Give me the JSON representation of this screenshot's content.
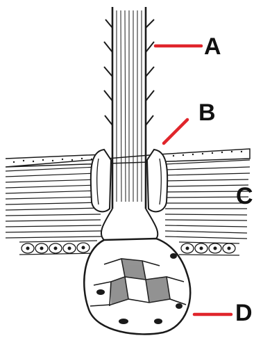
{
  "diagram": {
    "labels": [
      {
        "id": "a",
        "text": "A"
      },
      {
        "id": "b",
        "text": "B"
      },
      {
        "id": "c",
        "text": "C"
      },
      {
        "id": "d",
        "text": "D"
      }
    ],
    "pointer_color": "#e0252b",
    "ink_color": "#1a1a1a"
  }
}
